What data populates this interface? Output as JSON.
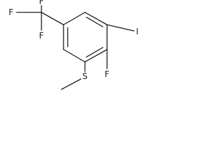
{
  "molecule": {
    "atoms": {
      "iodine": "I",
      "fluorine_ring": "F",
      "sulfur": "S",
      "cf3_fluorine_top": "F",
      "cf3_fluorine_left": "F",
      "cf3_fluorine_bottom": "F"
    }
  }
}
